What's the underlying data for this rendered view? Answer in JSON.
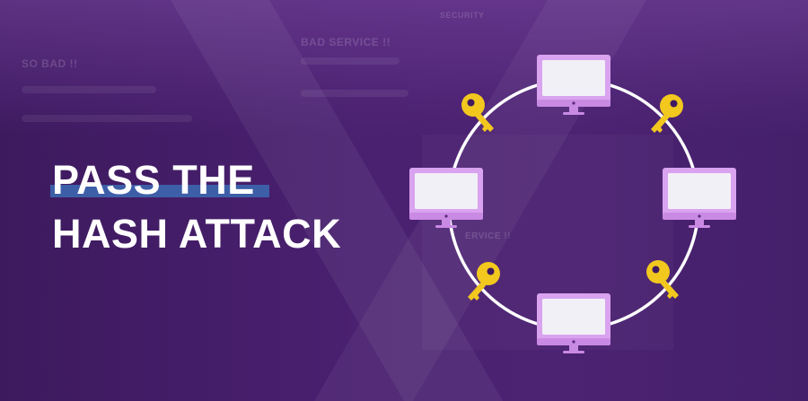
{
  "title": {
    "line1": "PASS THE",
    "line2": "HASH ATTACK"
  },
  "background_text": {
    "so_bad": "SO BAD !!",
    "bad_service": "BAD SERVICE !!",
    "security": "SECURITY",
    "service_fragment": "ERVICE !!"
  },
  "colors": {
    "background": "#4a2070",
    "title_text": "#ffffff",
    "title_underline": "#3d5fa8",
    "ring": "#ffffff",
    "monitor_body": "#d9a3ef",
    "monitor_screen": "#f2f0f7",
    "key": "#f2c81e"
  },
  "diagram": {
    "computers": [
      {
        "id": "top",
        "icon": "monitor-icon"
      },
      {
        "id": "left",
        "icon": "monitor-icon"
      },
      {
        "id": "right",
        "icon": "monitor-icon"
      },
      {
        "id": "bottom",
        "icon": "monitor-icon"
      }
    ],
    "keys": [
      {
        "id": "top-left",
        "icon": "key-icon"
      },
      {
        "id": "top-right",
        "icon": "key-icon"
      },
      {
        "id": "bottom-left",
        "icon": "key-icon"
      },
      {
        "id": "bottom-right",
        "icon": "key-icon"
      }
    ]
  }
}
